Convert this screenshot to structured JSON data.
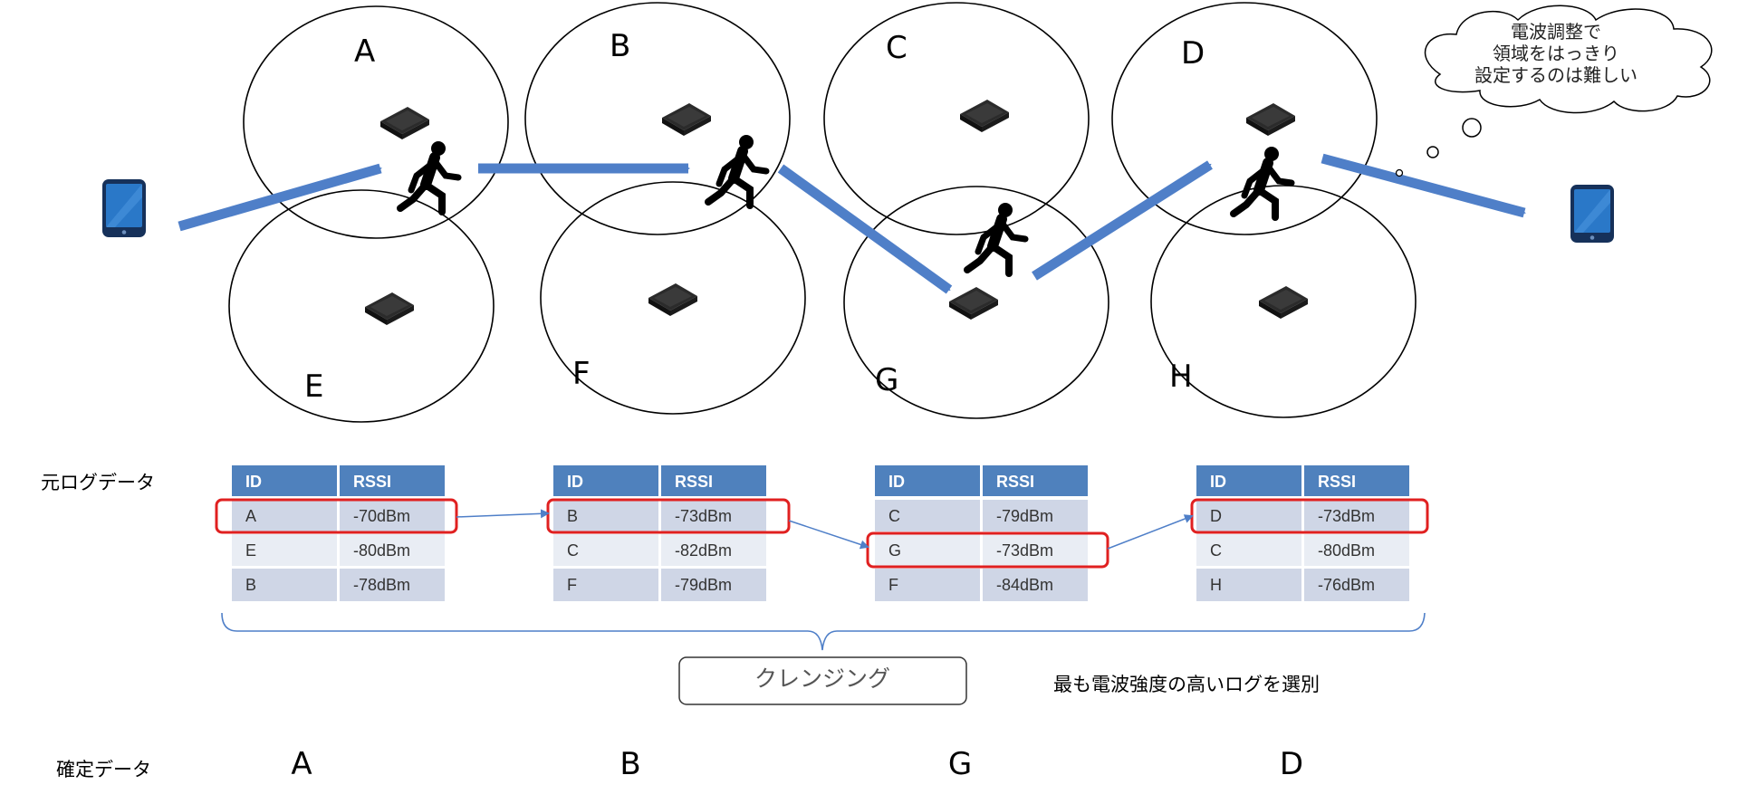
{
  "zones": [
    "A",
    "B",
    "C",
    "D",
    "E",
    "F",
    "G",
    "H"
  ],
  "thought_bubble": {
    "lines": [
      "電波調整で",
      "領域をはっきり",
      "設定するのは難しい"
    ]
  },
  "row_labels": {
    "raw": "元ログデータ",
    "confirmed": "確定データ"
  },
  "tables": [
    {
      "headers": [
        "ID",
        "RSSI"
      ],
      "rows": [
        [
          "A",
          "-70dBm"
        ],
        [
          "E",
          "-80dBm"
        ],
        [
          "B",
          "-78dBm"
        ]
      ],
      "selected_row": 0
    },
    {
      "headers": [
        "ID",
        "RSSI"
      ],
      "rows": [
        [
          "B",
          "-73dBm"
        ],
        [
          "C",
          "-82dBm"
        ],
        [
          "F",
          "-79dBm"
        ]
      ],
      "selected_row": 0
    },
    {
      "headers": [
        "ID",
        "RSSI"
      ],
      "rows": [
        [
          "C",
          "-79dBm"
        ],
        [
          "G",
          "-73dBm"
        ],
        [
          "F",
          "-84dBm"
        ]
      ],
      "selected_row": 1
    },
    {
      "headers": [
        "ID",
        "RSSI"
      ],
      "rows": [
        [
          "D",
          "-73dBm"
        ],
        [
          "C",
          "-80dBm"
        ],
        [
          "H",
          "-76dBm"
        ]
      ],
      "selected_row": 0
    }
  ],
  "cleansing": {
    "label": "クレンジング",
    "note": "最も電波強度の高いログを選別"
  },
  "confirmed": [
    "A",
    "B",
    "G",
    "D"
  ],
  "colors": {
    "arrow": "#4f7fc8",
    "table_header": "#4f81bd",
    "row_odd": "#cfd6e6",
    "row_even": "#e9edf4",
    "highlight": "#e02020",
    "beacon": "#262626",
    "tablet": "#1a6bb5"
  }
}
